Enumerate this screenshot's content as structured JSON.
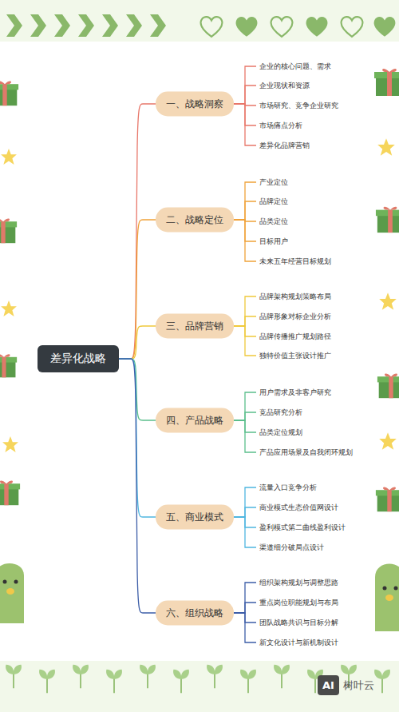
{
  "diagram": {
    "nodes": [
      {
        "text": [
          "差异化战略"
        ]
      },
      {
        "text": [
          "一、战略洞察"
        ]
      },
      {
        "text": [
          "企业的核心问题、需求"
        ]
      },
      {
        "text": [
          "企业现状和资源"
        ]
      },
      {
        "text": [
          "市场研究、竞争企业研究"
        ]
      },
      {
        "text": [
          "市场痛点分析"
        ]
      },
      {
        "text": [
          "差异化品牌营销"
        ]
      },
      {
        "text": [
          "二、战略定位"
        ]
      },
      {
        "text": [
          "产业定位"
        ]
      },
      {
        "text": [
          "品牌定位"
        ]
      },
      {
        "text": [
          "品类定位"
        ]
      },
      {
        "text": [
          "目标用户"
        ]
      },
      {
        "text": [
          "未来五年经营目标规划"
        ]
      },
      {
        "text": [
          "三、品牌营销"
        ]
      },
      {
        "text": [
          "品牌架构规划策略布局"
        ]
      },
      {
        "text": [
          "品牌形象对标企业分析"
        ]
      },
      {
        "text": [
          "品牌传播推广规划路径"
        ]
      },
      {
        "text": [
          "独特价值主张设计推广"
        ]
      },
      {
        "text": [
          "四、产品战略"
        ]
      },
      {
        "text": [
          "用户需求及非客户研究"
        ]
      },
      {
        "text": [
          "竞品研究分析"
        ]
      },
      {
        "text": [
          "品类定位规划"
        ]
      },
      {
        "text": [
          "产品应用场景及自我闭环规划"
        ]
      },
      {
        "text": [
          "五、商业模式"
        ]
      },
      {
        "text": [
          "流量入口竞争分析"
        ]
      },
      {
        "text": [
          "商业模式生态价值网设计"
        ]
      },
      {
        "text": [
          "盈利模式第二曲线盈利设计"
        ]
      },
      {
        "text": [
          "渠道细分破局点设计"
        ]
      },
      {
        "text": [
          "六、组织战略"
        ]
      },
      {
        "text": [
          "组织架构规划与调整思路"
        ]
      },
      {
        "text": [
          "重点岗位职能规划与布局"
        ]
      },
      {
        "text": [
          "团队战略共识与目标分解"
        ]
      },
      {
        "text": [
          "新文化设计与新机制设计"
        ]
      }
    ],
    "edges": [
      {
        "from": 0,
        "to": 1,
        "arrow": "none"
      },
      {
        "from": 1,
        "to": 2,
        "arrow": "none"
      },
      {
        "from": 1,
        "to": 3,
        "arrow": "none"
      },
      {
        "from": 1,
        "to": 4,
        "arrow": "none"
      },
      {
        "from": 1,
        "to": 5,
        "arrow": "none"
      },
      {
        "from": 1,
        "to": 6,
        "arrow": "none"
      },
      {
        "from": 0,
        "to": 7,
        "arrow": "none"
      },
      {
        "from": 7,
        "to": 8,
        "arrow": "none"
      },
      {
        "from": 7,
        "to": 9,
        "arrow": "none"
      },
      {
        "from": 7,
        "to": 10,
        "arrow": "none"
      },
      {
        "from": 7,
        "to": 11,
        "arrow": "none"
      },
      {
        "from": 7,
        "to": 12,
        "arrow": "none"
      },
      {
        "from": 0,
        "to": 13,
        "arrow": "none"
      },
      {
        "from": 13,
        "to": 14,
        "arrow": "none"
      },
      {
        "from": 13,
        "to": 15,
        "arrow": "none"
      },
      {
        "from": 13,
        "to": 16,
        "arrow": "none"
      },
      {
        "from": 13,
        "to": 17,
        "arrow": "none"
      },
      {
        "from": 0,
        "to": 18,
        "arrow": "none"
      },
      {
        "from": 18,
        "to": 19,
        "arrow": "none"
      },
      {
        "from": 18,
        "to": 20,
        "arrow": "none"
      },
      {
        "from": 18,
        "to": 21,
        "arrow": "none"
      },
      {
        "from": 18,
        "to": 22,
        "arrow": "none"
      },
      {
        "from": 0,
        "to": 23,
        "arrow": "none"
      },
      {
        "from": 23,
        "to": 24,
        "arrow": "none"
      },
      {
        "from": 23,
        "to": 25,
        "arrow": "none"
      },
      {
        "from": 23,
        "to": 26,
        "arrow": "none"
      },
      {
        "from": 23,
        "to": 27,
        "arrow": "none"
      },
      {
        "from": 0,
        "to": 28,
        "arrow": "none"
      },
      {
        "from": 28,
        "to": 29,
        "arrow": "none"
      },
      {
        "from": 28,
        "to": 30,
        "arrow": "none"
      },
      {
        "from": 28,
        "to": 31,
        "arrow": "none"
      },
      {
        "from": 28,
        "to": 32,
        "arrow": "none"
      }
    ],
    "labels": [
      "AI",
      "树叶云"
    ]
  }
}
